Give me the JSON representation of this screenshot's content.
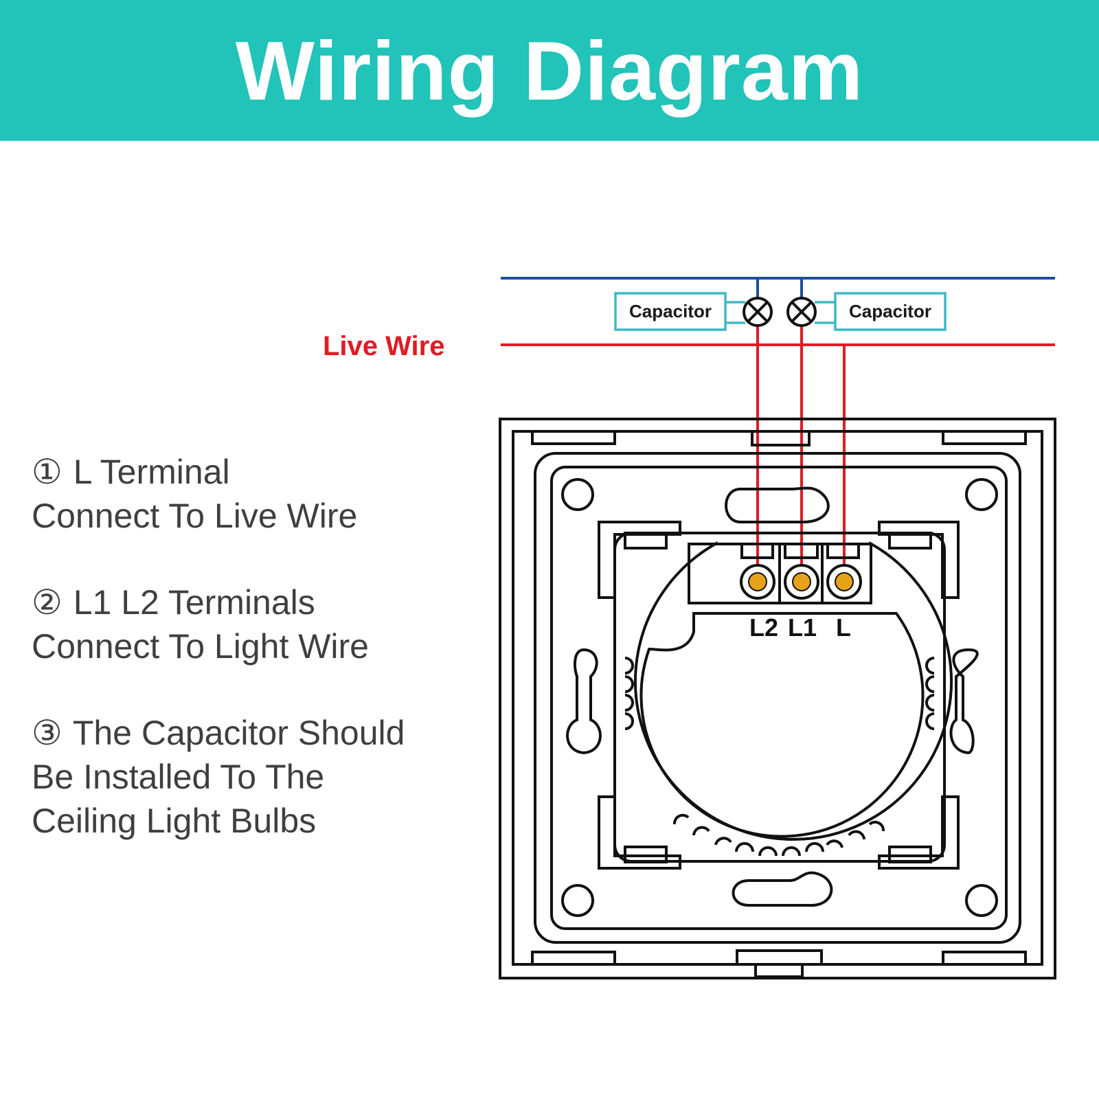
{
  "title": "Wiring Diagram",
  "live_wire_label": "Live Wire",
  "capacitor_left": "Capacitor",
  "capacitor_right": "Capacitor",
  "terminals": {
    "l2": "L2",
    "l1": "L1",
    "l": "L"
  },
  "notes": [
    {
      "num": "①",
      "line1": "L Terminal",
      "line2": "Connect To Live Wire"
    },
    {
      "num": "②",
      "line1": "L1 L2 Terminals",
      "line2": "Connect To Light Wire"
    },
    {
      "num": "③",
      "line1": "The Capacitor Should",
      "line2": "Be Installed To The",
      "line3": "Ceiling Light Bulbs"
    }
  ],
  "colors": {
    "header": "#22c3b9",
    "neutral_wire": "#1f4e9b",
    "live_wire": "#e01b24",
    "capacitor_border": "#3fb8c4",
    "terminal": "#e8a21a"
  }
}
